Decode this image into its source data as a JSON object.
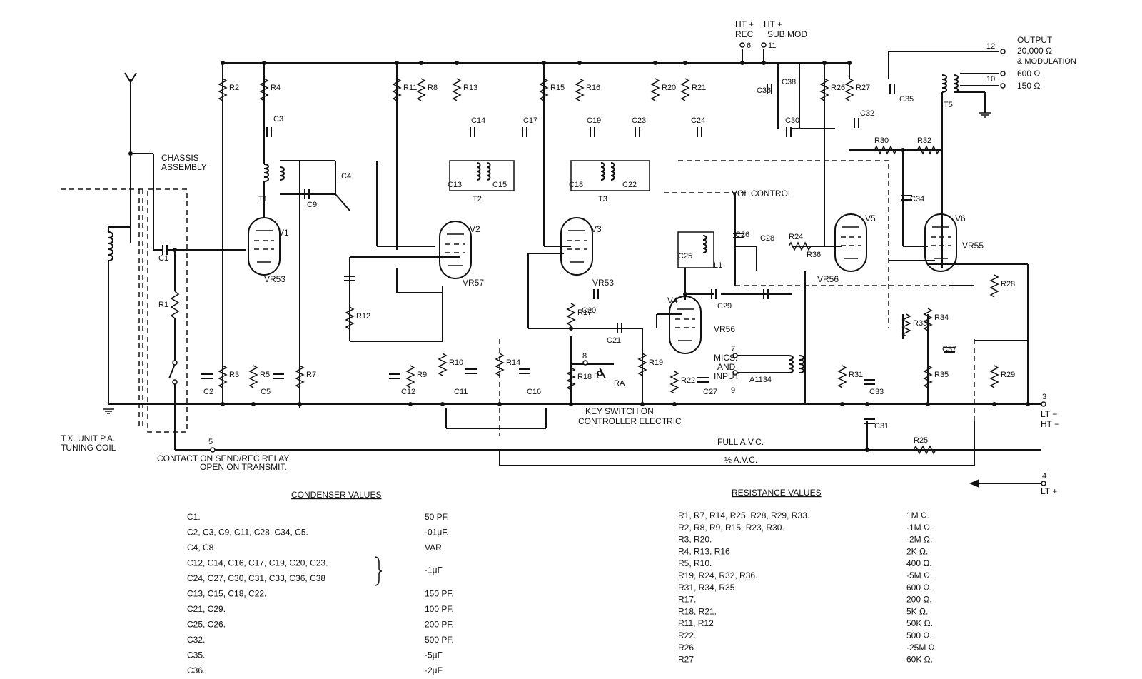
{
  "top_labels": {
    "ht_rec_line1": "HT +",
    "ht_rec_line2": "REC",
    "ht_rec_terminal": "6",
    "ht_sub_line1": "HT +",
    "ht_sub_line2": "SUB MOD",
    "ht_sub_terminal": "11"
  },
  "output": {
    "title": "OUTPUT",
    "terminal_12": "12",
    "line1": "20,000 Ω",
    "line2": "& MODULATION",
    "terminal_10": "10",
    "line3": "600 Ω",
    "line4": "150 Ω",
    "transformer": "T5"
  },
  "labels": {
    "chassis_line1": "CHASSIS",
    "chassis_line2": "ASSEMBLY",
    "vol_control": "VOL CONTROL",
    "tx_unit_line1": "T.X. UNIT  P.A.",
    "tx_unit_line2": "TUNING COIL",
    "contact_line1": "CONTACT ON SEND/REC RELAY",
    "contact_line2": "OPEN ON TRANSMIT.",
    "key_switch_line1": "KEY SWITCH ON",
    "key_switch_line2": "CONTROLLER ELECTRIC",
    "full_avc": "FULL A.V.C.",
    "half_avc": "½ A.V.C.",
    "mics_line1": "MICS.",
    "mics_line2": "AND",
    "mics_line3": "INPUT",
    "a1134": "A1134",
    "lt_minus": "LT −",
    "ht_minus": "HT −",
    "lt_plus": "LT +",
    "terminal_3": "3",
    "terminal_4": "4",
    "terminal_5": "5",
    "terminal_7": "7",
    "terminal_8": "8",
    "terminal_9": "9",
    "ra": "RA",
    "r_relay": "R"
  },
  "valves": [
    {
      "ref": "V1",
      "type": "VR53"
    },
    {
      "ref": "V2",
      "type": "VR57"
    },
    {
      "ref": "V3",
      "type": "VR53"
    },
    {
      "ref": "V4",
      "type": "VR56"
    },
    {
      "ref": "V5",
      "type": "VR56"
    },
    {
      "ref": "V6",
      "type": "VR55"
    }
  ],
  "components": {
    "resistors": [
      "R1",
      "R2",
      "R3",
      "R4",
      "R5",
      "R7",
      "R8",
      "R9",
      "R10",
      "R11",
      "R12",
      "R13",
      "R14",
      "R15",
      "R16",
      "R17",
      "R18",
      "R19",
      "R20",
      "R21",
      "R22",
      "R24",
      "R25",
      "R26",
      "R27",
      "R28",
      "R29",
      "R30",
      "R31",
      "R32",
      "R33",
      "R34",
      "R35",
      "R36"
    ],
    "capacitors": [
      "C1",
      "C2",
      "C3",
      "C4",
      "C5",
      "C9",
      "C11",
      "C12",
      "C13",
      "C14",
      "C15",
      "C16",
      "C17",
      "C18",
      "C19",
      "C20",
      "C21",
      "C22",
      "C23",
      "C24",
      "C25",
      "C26",
      "C27",
      "C28",
      "C29",
      "C30",
      "C31",
      "C32",
      "C33",
      "C34",
      "C35",
      "C36",
      "C37",
      "C38"
    ],
    "transformers": [
      "T1",
      "T2",
      "T3",
      "L1"
    ]
  },
  "condenser_values": {
    "title": "CONDENSER VALUES",
    "rows": [
      {
        "refs": "C1.",
        "value": "50 PF."
      },
      {
        "refs": "C2,  C3,  C9,  C11,  C28,  C34,  C5.",
        "value": "·01μF."
      },
      {
        "refs": "C4,  C8",
        "value": "VAR."
      },
      {
        "refs": "C12,  C14,  C16,  C17,  C19,  C20,  C23.",
        "value": "·1μF"
      },
      {
        "refs": "C24, C27,  C30,  C31,  C33,  C36,  C38",
        "value": ""
      },
      {
        "refs": "C13,  C15,  C18,  C22.",
        "value": "150 PF."
      },
      {
        "refs": "C21,  C29.",
        "value": "100 PF."
      },
      {
        "refs": "C25,  C26.",
        "value": "200 PF."
      },
      {
        "refs": "C32.",
        "value": "500 PF."
      },
      {
        "refs": "C35.",
        "value": "·5μF"
      },
      {
        "refs": "C36.",
        "value": "·2μF"
      }
    ]
  },
  "resistance_values": {
    "title": "RESISTANCE VALUES",
    "rows": [
      {
        "refs": "R1,  R7,  R14,  R25,  R28,  R29,  R33.",
        "value": "1M Ω."
      },
      {
        "refs": "R2,  R8,  R9,  R15,  R23,  R30.",
        "value": "·1M Ω."
      },
      {
        "refs": "R3,  R20.",
        "value": "·2M Ω."
      },
      {
        "refs": "R4,  R13,  R16",
        "value": "2K Ω."
      },
      {
        "refs": "R5,  R10.",
        "value": "400 Ω."
      },
      {
        "refs": "R19,  R24,  R32,  R36.",
        "value": "·5M Ω."
      },
      {
        "refs": "R31,  R34,  R35",
        "value": "600 Ω."
      },
      {
        "refs": "R17.",
        "value": "200 Ω."
      },
      {
        "refs": "R18,  R21.",
        "value": "5K Ω."
      },
      {
        "refs": "R11,  R12",
        "value": "50K Ω."
      },
      {
        "refs": "R22.",
        "value": "500 Ω."
      },
      {
        "refs": "R26",
        "value": "·25M Ω."
      },
      {
        "refs": "R27",
        "value": "60K Ω."
      }
    ]
  }
}
